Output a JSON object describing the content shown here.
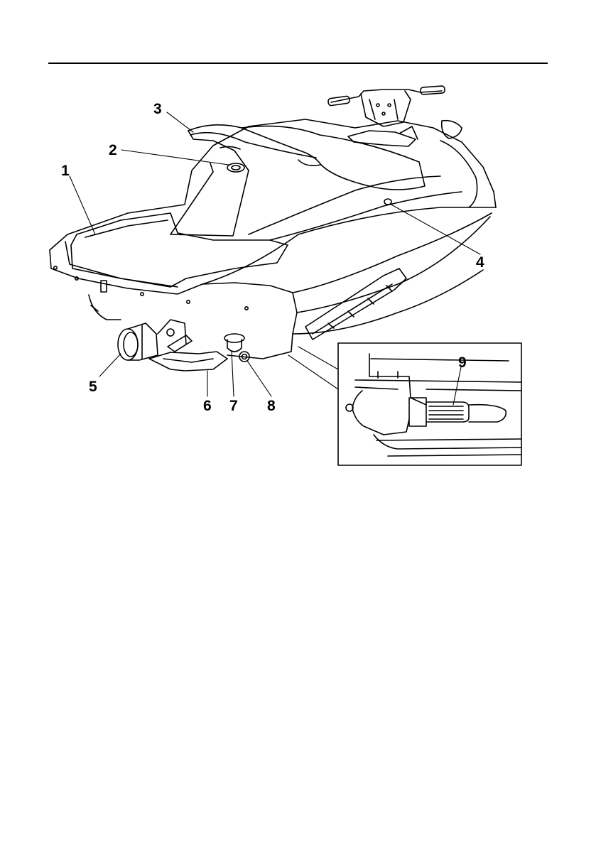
{
  "callouts": {
    "c1": "1",
    "c2": "2",
    "c3": "3",
    "c4": "4",
    "c5": "5",
    "c6": "6",
    "c7": "7",
    "c8": "8",
    "c9": "9"
  },
  "figure": {
    "subject": "watercraft-rear-view-illustration",
    "inset": "rear-hull-detail-inset"
  }
}
